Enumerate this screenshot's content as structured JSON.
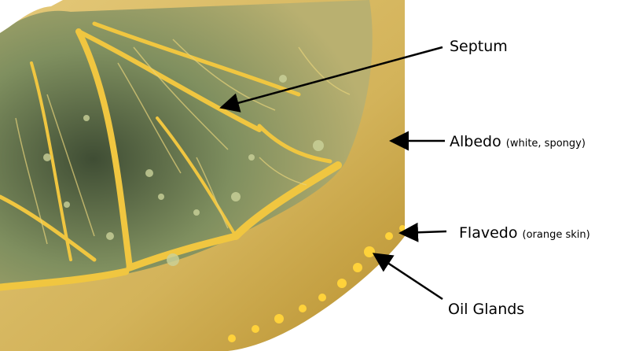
{
  "diagram": {
    "labels": {
      "septum": {
        "main": "Septum"
      },
      "albedo": {
        "main": "Albedo",
        "note": "(white, spongy)"
      },
      "flavedo": {
        "main": "Flavedo",
        "note": "(orange skin)"
      },
      "oil_glands": {
        "main": "Oil Glands"
      }
    },
    "colors": {
      "background": "#ffffff",
      "rind": "#d9b85c",
      "rind_dark": "#b8912e",
      "flesh": "#8a9a6a",
      "flesh_dark": "#4f5e3e",
      "membrane": "#f0c640",
      "oil_gland": "#ffd23a",
      "arrow": "#000000"
    },
    "image_subject": "citrus-cross-section"
  }
}
